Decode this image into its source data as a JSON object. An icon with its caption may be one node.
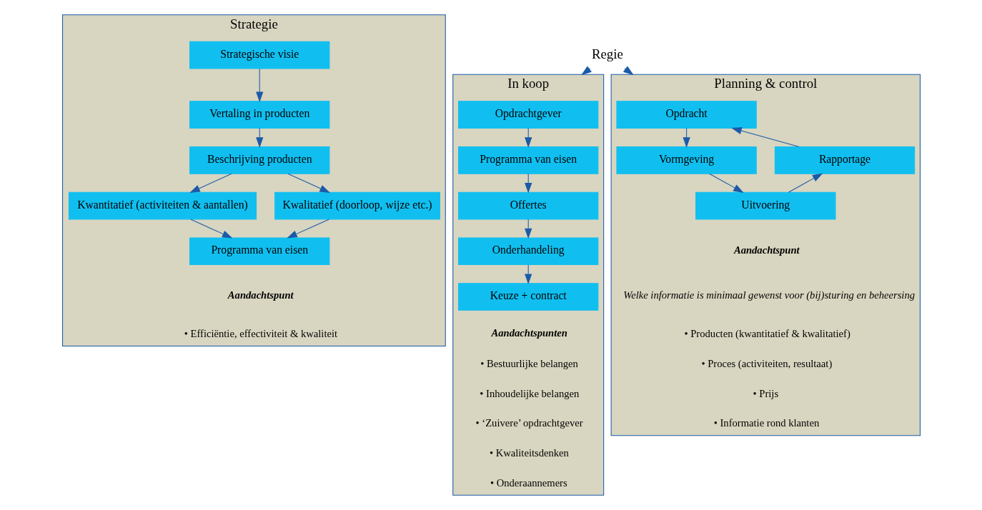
{
  "diagram": {
    "nodes": [
      {
        "text": [
          "Strategie"
        ]
      },
      {
        "text": [
          "Strategische visie"
        ],
        "in": 0
      },
      {
        "text": [
          "Vertaling in producten"
        ],
        "in": 0
      },
      {
        "text": [
          "Beschrijving producten"
        ],
        "in": 0
      },
      {
        "text": [
          "Kwantitatief (activiteiten & aantallen)"
        ],
        "in": 0
      },
      {
        "text": [
          "Kwalitatief (doorloop, wijze etc.)"
        ],
        "in": 0
      },
      {
        "text": [
          "Programma van eisen"
        ],
        "in": 0
      },
      {
        "text": [
          "Regie"
        ]
      },
      {
        "text": [
          "In koop"
        ]
      },
      {
        "text": [
          "Opdrachtgever"
        ],
        "in": 8
      },
      {
        "text": [
          "Programma van eisen"
        ],
        "in": 8
      },
      {
        "text": [
          "Offertes"
        ],
        "in": 8
      },
      {
        "text": [
          "Onderhandeling"
        ],
        "in": 8
      },
      {
        "text": [
          "Keuze + contract"
        ],
        "in": 8
      },
      {
        "text": [
          "Planning & control"
        ]
      },
      {
        "text": [
          "Opdracht"
        ],
        "in": 14
      },
      {
        "text": [
          "Vormgeving"
        ],
        "in": 14
      },
      {
        "text": [
          "Uitvoering"
        ],
        "in": 14
      },
      {
        "text": [
          "Rapportage"
        ],
        "in": 14
      }
    ],
    "edges": [
      {
        "from": 1,
        "to": 2,
        "arrow": "to"
      },
      {
        "from": 2,
        "to": 3,
        "arrow": "to"
      },
      {
        "from": 3,
        "to": 4,
        "arrow": "to"
      },
      {
        "from": 3,
        "to": 5,
        "arrow": "to"
      },
      {
        "from": 4,
        "to": 6,
        "arrow": "to"
      },
      {
        "from": 5,
        "to": 6,
        "arrow": "to"
      },
      {
        "from": 7,
        "to": 8,
        "arrow": "to"
      },
      {
        "from": 7,
        "to": 14,
        "arrow": "to"
      },
      {
        "from": 9,
        "to": 10,
        "arrow": "to"
      },
      {
        "from": 10,
        "to": 11,
        "arrow": "to"
      },
      {
        "from": 11,
        "to": 12,
        "arrow": "to"
      },
      {
        "from": 12,
        "to": 13,
        "arrow": "to"
      },
      {
        "from": 15,
        "to": 16,
        "arrow": "to"
      },
      {
        "from": 16,
        "to": 17,
        "arrow": "to"
      },
      {
        "from": 17,
        "to": 18,
        "arrow": "to"
      },
      {
        "from": 18,
        "to": 15,
        "arrow": "to"
      }
    ],
    "labels": [
      "Aandachtspunt",
      "• Efficiëntie, effectiviteit & kwaliteit",
      "Aandachtspunten",
      "• Bestuurlijke belangen",
      "• Inhoudelijke belangen",
      "• ‘Zuivere’ opdrachtgever",
      "• Kwaliteitsdenken",
      "• Onderaannemers",
      "Aandachtspunt",
      "Welke informatie is minimaal gewenst voor (bij)sturing en beheersing",
      "• Producten (kwantitatief & kwalitatief)",
      "• Proces (activiteiten, resultaat)",
      "• Prijs",
      "• Informatie rond klanten"
    ]
  }
}
